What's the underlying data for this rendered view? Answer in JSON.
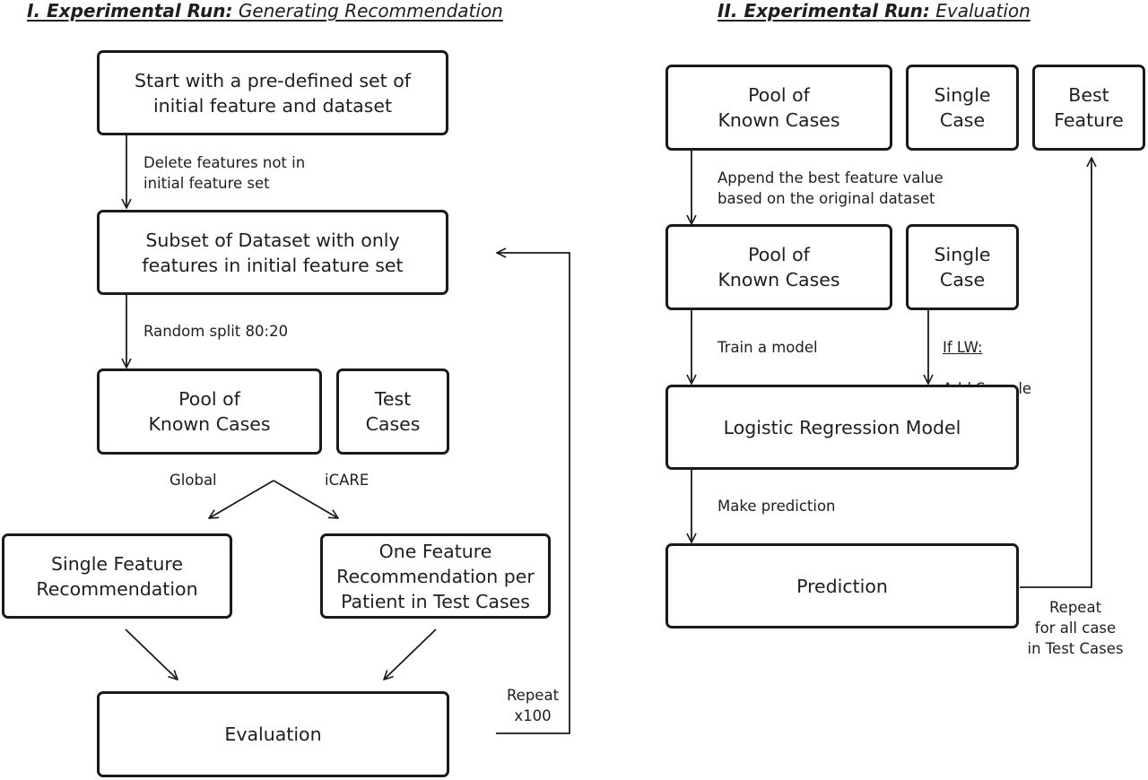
{
  "section1": {
    "title_bold": "I. Experimental Run:",
    "title_rest": " Generating Recommendation",
    "start_box": "Start with a pre-defined set of\ninitial feature and dataset",
    "edge_delete": "Delete features not in\ninitial feature set",
    "subset_box": "Subset of Dataset with only\nfeatures in initial feature set",
    "edge_split": "Random split 80:20",
    "pool_box": "Pool of\nKnown Cases",
    "test_box": "Test\nCases",
    "branch_global": "Global",
    "branch_icare": "iCARE",
    "single_feature_box": "Single Feature\nRecommendation",
    "one_feature_box": "One Feature\nRecommendation per\nPatient in Test Cases",
    "evaluation_box": "Evaluation",
    "repeat_label": "Repeat\nx100"
  },
  "section2": {
    "title_bold": "II. Experimental Run:",
    "title_rest": " Evaluation",
    "pool_box_top": "Pool of\nKnown Cases",
    "single_case_top": "Single\nCase",
    "best_feature_box": "Best\nFeature",
    "edge_append": "Append the best feature value\nbased on the original dataset",
    "pool_box_mid": "Pool of\nKnown Cases",
    "single_case_mid": "Single\nCase",
    "edge_train": "Train a model",
    "edge_lw_condition": "If LW:",
    "edge_lw_action": "Add Sample\nWeights",
    "logistic_box": "Logistic Regression Model",
    "edge_predict": "Make prediction",
    "prediction_box": "Prediction",
    "repeat_label": "Repeat\nfor all case\nin Test Cases"
  }
}
